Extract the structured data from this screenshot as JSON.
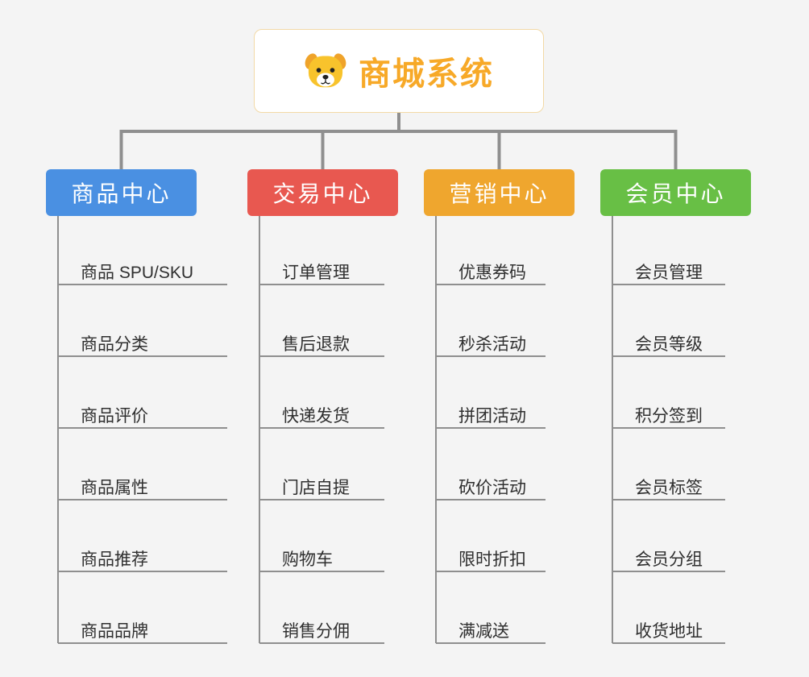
{
  "root": {
    "label": "商城系统",
    "icon": "dog-face-icon",
    "text_color": "#f7a928",
    "border_color": "#f2d9a6"
  },
  "connector_color": "#8f8f8f",
  "branches": [
    {
      "label": "商品中心",
      "color": "#4a90e2",
      "children": [
        "商品 SPU/SKU",
        "商品分类",
        "商品评价",
        "商品属性",
        "商品推荐",
        "商品品牌"
      ]
    },
    {
      "label": "交易中心",
      "color": "#e85850",
      "children": [
        "订单管理",
        "售后退款",
        "快递发货",
        "门店自提",
        "购物车",
        "销售分佣"
      ]
    },
    {
      "label": "营销中心",
      "color": "#efa62e",
      "children": [
        "优惠券码",
        "秒杀活动",
        "拼团活动",
        "砍价活动",
        "限时折扣",
        "满减送"
      ]
    },
    {
      "label": "会员中心",
      "color": "#68bf45",
      "children": [
        "会员管理",
        "会员等级",
        "积分签到",
        "会员标签",
        "会员分组",
        "收货地址"
      ]
    }
  ]
}
